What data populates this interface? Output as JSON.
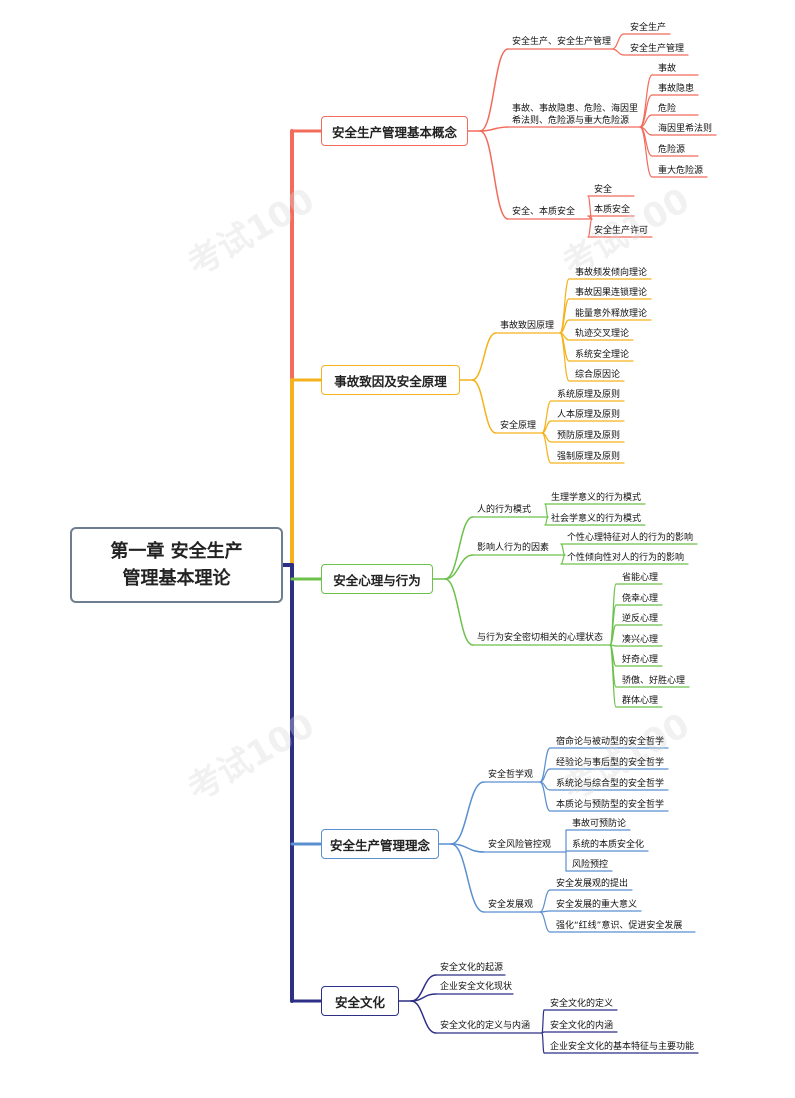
{
  "title_line1": "第一章 安全生产",
  "title_line2": "管理基本理论",
  "watermark": "考试100",
  "colors": [
    "#f26b5b",
    "#f5b21c",
    "#6cc14a",
    "#5a8fd0",
    "#2d2f86"
  ],
  "branches": [
    {
      "label": "安全生产管理基本概念",
      "children": [
        {
          "label": "安全生产、安全生产管理",
          "children": [
            {
              "label": "安全生产"
            },
            {
              "label": "安全生产管理"
            }
          ]
        },
        {
          "label": "事故、事故隐患、危险、海因里希法则、危险源与重大危险源",
          "children": [
            {
              "label": "事故"
            },
            {
              "label": "事故隐患"
            },
            {
              "label": "危险"
            },
            {
              "label": "海因里希法则"
            },
            {
              "label": "危险源"
            },
            {
              "label": "重大危险源"
            }
          ]
        },
        {
          "label": "安全、本质安全",
          "children": [
            {
              "label": "安全"
            },
            {
              "label": "本质安全"
            },
            {
              "label": "安全生产许可"
            }
          ]
        }
      ]
    },
    {
      "label": "事故致因及安全原理",
      "children": [
        {
          "label": "事故致因原理",
          "children": [
            {
              "label": "事故频发倾向理论"
            },
            {
              "label": "事故因果连锁理论"
            },
            {
              "label": "能量意外释放理论"
            },
            {
              "label": "轨迹交叉理论"
            },
            {
              "label": "系统安全理论"
            },
            {
              "label": "综合原因论"
            }
          ]
        },
        {
          "label": "安全原理",
          "children": [
            {
              "label": "系统原理及原则"
            },
            {
              "label": "人本原理及原则"
            },
            {
              "label": "预防原理及原则"
            },
            {
              "label": "强制原理及原则"
            }
          ]
        }
      ]
    },
    {
      "label": "安全心理与行为",
      "children": [
        {
          "label": "人的行为模式",
          "children": [
            {
              "label": "生理学意义的行为模式"
            },
            {
              "label": "社会学意义的行为模式"
            }
          ]
        },
        {
          "label": "影响人行为的因素",
          "children": [
            {
              "label": "个性心理特征对人的行为的影响"
            },
            {
              "label": "个性倾向性对人的行为的影响"
            }
          ]
        },
        {
          "label": "与行为安全密切相关的心理状态",
          "children": [
            {
              "label": "省能心理"
            },
            {
              "label": "侥幸心理"
            },
            {
              "label": "逆反心理"
            },
            {
              "label": "凑兴心理"
            },
            {
              "label": "好奇心理"
            },
            {
              "label": "骄傲、好胜心理"
            },
            {
              "label": "群体心理"
            }
          ]
        }
      ]
    },
    {
      "label": "安全生产管理理念",
      "children": [
        {
          "label": "安全哲学观",
          "children": [
            {
              "label": "宿命论与被动型的安全哲学"
            },
            {
              "label": "经验论与事后型的安全哲学"
            },
            {
              "label": "系统论与综合型的安全哲学"
            },
            {
              "label": "本质论与预防型的安全哲学"
            }
          ]
        },
        {
          "label": "安全风险管控观",
          "children": [
            {
              "label": "事故可预防论"
            },
            {
              "label": "系统的本质安全化"
            },
            {
              "label": "风险预控"
            }
          ]
        },
        {
          "label": "安全发展观",
          "children": [
            {
              "label": "安全发展观的提出"
            },
            {
              "label": "安全发展的重大意义"
            },
            {
              "label": "强化“红线”意识、促进安全发展"
            }
          ]
        }
      ]
    },
    {
      "label": "安全文化",
      "children": [
        {
          "label": "安全文化的起源",
          "children": []
        },
        {
          "label": "企业安全文化现状",
          "children": []
        },
        {
          "label": "安全文化的定义与内涵",
          "children": [
            {
              "label": "安全文化的定义"
            },
            {
              "label": "安全文化的内涵"
            },
            {
              "label": "企业安全文化的基本特征与主要功能"
            }
          ]
        }
      ]
    }
  ]
}
